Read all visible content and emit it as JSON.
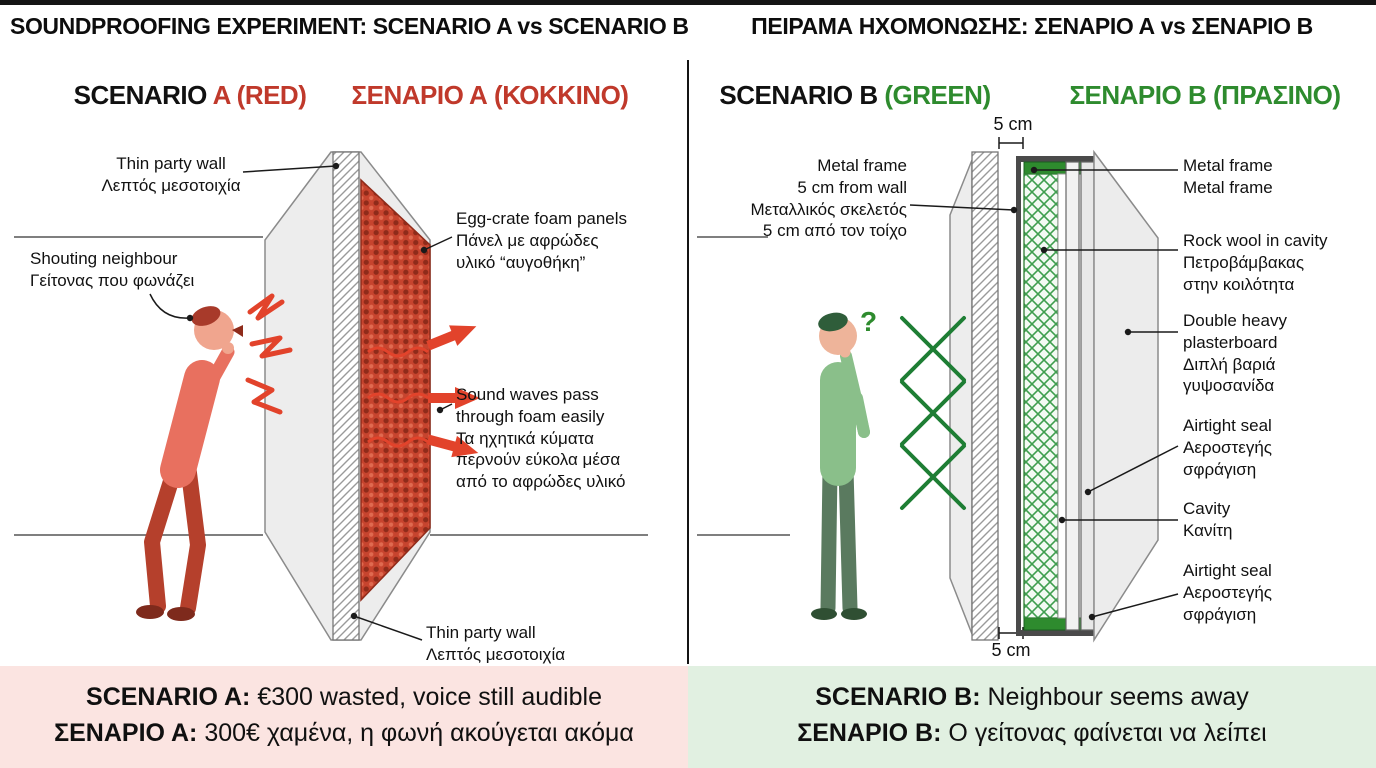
{
  "colors": {
    "red_accent": "#c0392b",
    "green_accent": "#2e8b2e",
    "pink_banner": "#fbe4e1",
    "green_banner": "#e1f0e1"
  },
  "header": {
    "title_left": "SOUNDPROOFING EXPERIMENT: SCENARIO A vs SCENARIO B",
    "title_right": "ΠΕΙΡΑΜΑ ΗΧΟΜΟΝΩΣΗΣ: ΣΕΝΑΡΙΟ Α vs ΣΕΝΑΡΙΟ Β"
  },
  "scenario_a": {
    "heading_en_prefix": "SCENARIO ",
    "heading_en_accent": "A (RED)",
    "heading_gr": "ΣΕΝΑΡΙΟ Α (ΚΟΚΚΙΝΟ)",
    "labels": {
      "thin_wall_top": "Thin party wall\nΛεπτός μεσοτοιχία",
      "shouting_neighbour": "Shouting neighbour\nΓείτονας που φωνάζει",
      "egg_crate": "Egg-crate foam panels\nΠάνελ με αφρώδες\nυλικό “αυγοθήκη”",
      "sound_waves": "Sound waves pass\nthrough foam easily\nΤα ηχητικά κύματα\nπερνούν εύκολα μέσα\nαπό το αφρώδες υλικό",
      "thin_wall_bottom": "Thin party wall\nΛεπτός μεσοτοιχία"
    },
    "banner": {
      "line1_bold": "SCENARIO A:",
      "line1_rest": " €300 wasted, voice still audible",
      "line2_bold": "ΣΕΝΑΡΙΟ Α:",
      "line2_rest": " 300€ χαμένα, η φωνή ακούγεται ακόμα"
    }
  },
  "scenario_b": {
    "heading_en_prefix": "SCENARIO B ",
    "heading_en_accent": "(GREEN)",
    "heading_gr": "ΣΕΝΑΡΙΟ Β (ΠΡΑΣΙΝΟ)",
    "question_mark": "?",
    "dimension_top": "5 cm",
    "dimension_bottom": "5 cm",
    "labels": {
      "metal_frame_left": "Metal frame\n5 cm from wall\nΜεταλλικός σκελετός\n5 cm από τον τοίχο",
      "metal_frame_right": "Metal frame\nMetal frame",
      "rock_wool": "Rock wool in cavity\nΠετροβάμβακας\nστην κοιλότητα",
      "plasterboard": "Double heavy\nplasterboard\nΔιπλή βαριά\nγυψοσανίδα",
      "airtight_seal_top": "Airtight seal\nΑεροστεγής\nσφράγιση",
      "cavity": "Cavity\nΚανίτη",
      "airtight_seal_bottom": "Airtight seal\nΑεροστεγής\nσφράγιση"
    },
    "banner": {
      "line1_bold": "SCENARIO B:",
      "line1_rest": " Neighbour seems away",
      "line2_bold": "ΣΕΝΑΡΙΟ Β:",
      "line2_rest": " Ο γείτονας φαίνεται να λείπει"
    }
  }
}
